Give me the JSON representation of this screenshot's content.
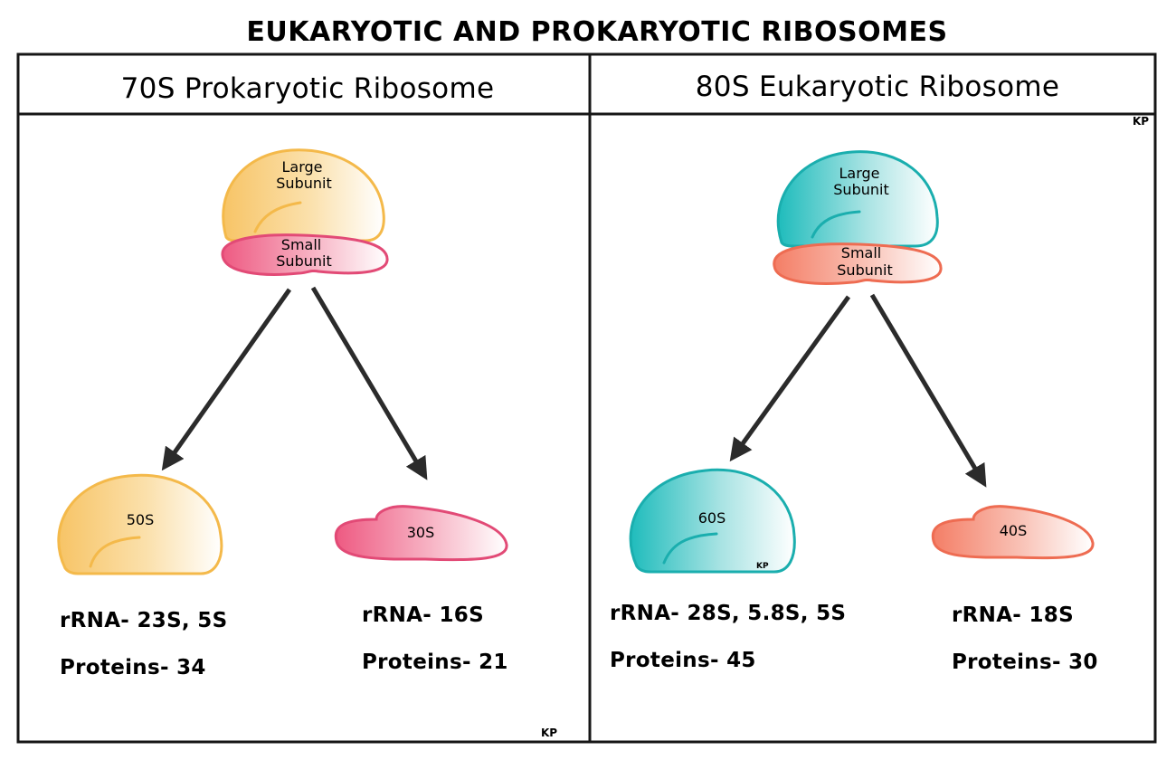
{
  "title": "EUKARYOTIC AND PROKARYOTIC RIBOSOMES",
  "signature": "KP",
  "colors": {
    "prokaryotic_large": "#f7c466",
    "prokaryotic_small": "#ee5a82",
    "eukaryotic_large": "#1fbcbc",
    "eukaryotic_small": "#f47e66",
    "outline": "#161616"
  },
  "prokaryotic": {
    "heading": "70S Prokaryotic Ribosome",
    "whole": {
      "large_label_line1": "Large",
      "large_label_line2": "Subunit",
      "small_label_line1": "Small",
      "small_label_line2": "Subunit"
    },
    "large_subunit": {
      "label": "50S",
      "rrna": "rRNA- 23S, 5S",
      "proteins": "Proteins- 34"
    },
    "small_subunit": {
      "label": "30S",
      "rrna": "rRNA- 16S",
      "proteins": "Proteins- 21"
    }
  },
  "eukaryotic": {
    "heading": "80S Eukaryotic Ribosome",
    "whole": {
      "large_label_line1": "Large",
      "large_label_line2": "Subunit",
      "small_label_line1": "Small",
      "small_label_line2": "Subunit"
    },
    "large_subunit": {
      "label": "60S",
      "rrna": "rRNA- 28S, 5.8S, 5S",
      "proteins": "Proteins- 45"
    },
    "small_subunit": {
      "label": "40S",
      "rrna": "rRNA- 18S",
      "proteins": "Proteins- 30"
    }
  }
}
